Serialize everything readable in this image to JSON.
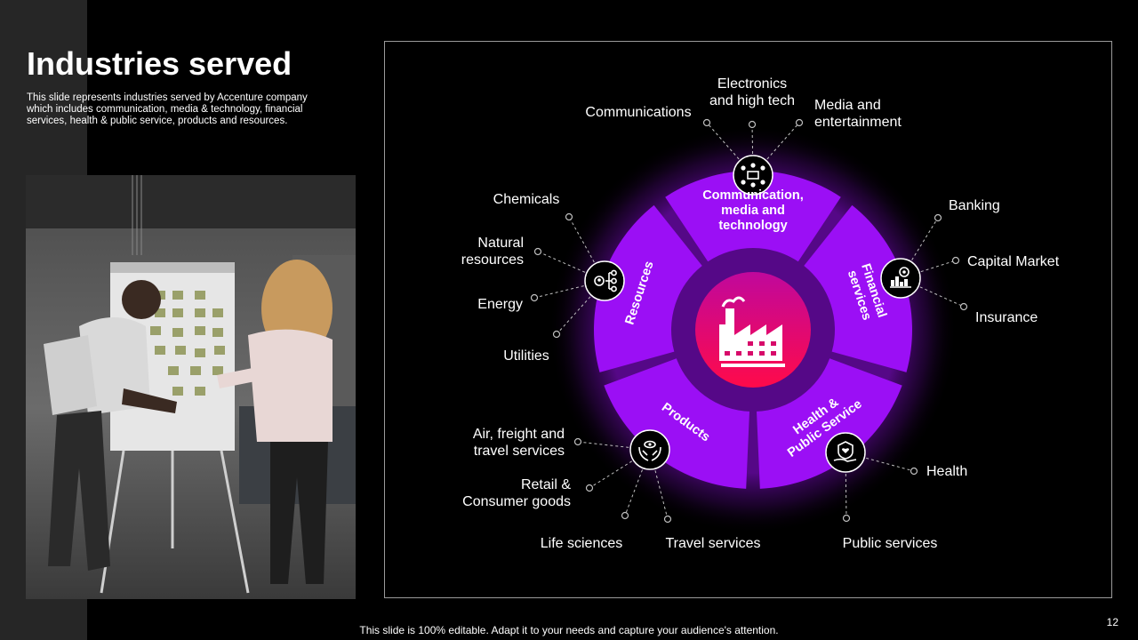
{
  "slide": {
    "title": "Industries served",
    "subtitle": "This slide represents industries served by Accenture company which includes communication, media & technology, financial services, health & public service, products and resources.",
    "footer": "This slide is 100% editable. Adapt it to your needs and capture your audience's attention.",
    "page_number": "12"
  },
  "colors": {
    "accent_purple": "#9b0ff5",
    "center_gradient_top": "#c0089c",
    "center_gradient_bottom": "#ff0a4a",
    "background": "#000000"
  },
  "diagram": {
    "center_icon": "factory-icon",
    "segments": [
      {
        "name": "Communication, media and technology",
        "label_lines": [
          "Communication,",
          "media and",
          "technology"
        ],
        "icon": "devices-network-icon",
        "industries": [
          {
            "lines": [
              "Communications"
            ]
          },
          {
            "lines": [
              "Electronics",
              "and high tech"
            ]
          },
          {
            "lines": [
              "Media and",
              "entertainment"
            ]
          }
        ]
      },
      {
        "name": "Financial services",
        "label_lines": [
          "Financial",
          "services"
        ],
        "icon": "finance-chart-gear-icon",
        "industries": [
          {
            "lines": [
              "Banking"
            ]
          },
          {
            "lines": [
              "Capital Market"
            ]
          },
          {
            "lines": [
              "Insurance"
            ]
          }
        ]
      },
      {
        "name": "Health & Public Service",
        "label_lines": [
          "Health &",
          "Public Service"
        ],
        "icon": "health-shield-hand-icon",
        "industries": [
          {
            "lines": [
              "Health"
            ]
          },
          {
            "lines": [
              "Public services"
            ]
          }
        ]
      },
      {
        "name": "Products",
        "label_lines": [
          "Products"
        ],
        "icon": "hands-eye-icon",
        "industries": [
          {
            "lines": [
              "Air, freight and",
              "travel services"
            ]
          },
          {
            "lines": [
              "Retail &",
              "Consumer goods"
            ]
          },
          {
            "lines": [
              "Life sciences"
            ]
          },
          {
            "lines": [
              "Travel services"
            ]
          }
        ]
      },
      {
        "name": "Resources",
        "label_lines": [
          "Resources"
        ],
        "icon": "resources-flow-icon",
        "industries": [
          {
            "lines": [
              "Chemicals"
            ]
          },
          {
            "lines": [
              "Natural",
              "resources"
            ]
          },
          {
            "lines": [
              "Energy"
            ]
          },
          {
            "lines": [
              "Utilities"
            ]
          }
        ]
      }
    ]
  }
}
